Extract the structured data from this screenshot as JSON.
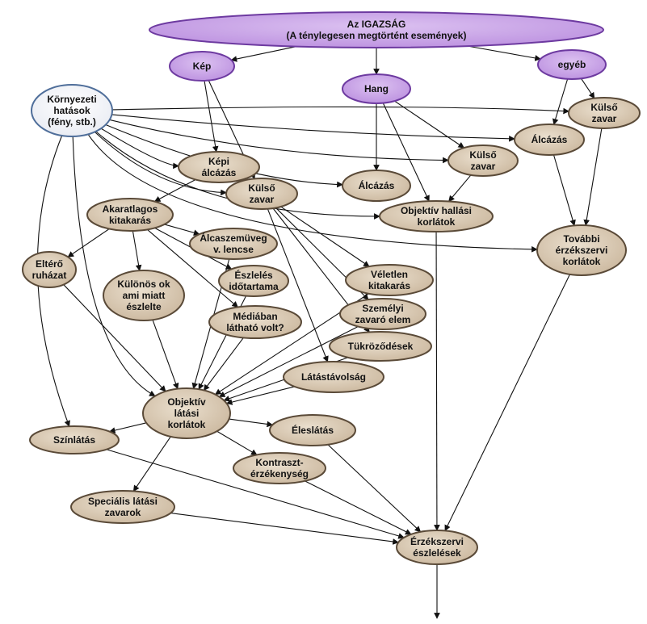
{
  "colors": {
    "purple_fill": "#c8a4e6",
    "purple_stroke": "#6d3aa0",
    "tan_fill": "#d4c3ac",
    "tan_stroke": "#5a4a38",
    "white_fill": "#f6f7fb",
    "white_stroke": "#4f6e9a",
    "arrow": "#111111"
  },
  "nodes": {
    "igazsag": {
      "style": "purple",
      "lines": [
        "Az IGAZSÁG",
        "(A ténylegesen megtörtént események)"
      ]
    },
    "kep": {
      "style": "purple",
      "lines": [
        "Kép"
      ]
    },
    "hang": {
      "style": "purple",
      "lines": [
        "Hang"
      ]
    },
    "egyeb": {
      "style": "purple",
      "lines": [
        "egyéb"
      ]
    },
    "kornyezeti": {
      "style": "white",
      "lines": [
        "Környezeti",
        "hatások",
        "(fény, stb.)"
      ]
    },
    "kulso_zavar_r": {
      "style": "tan",
      "lines": [
        "Külső",
        "zavar"
      ]
    },
    "alcazas_r": {
      "style": "tan",
      "lines": [
        "Álcázás"
      ]
    },
    "kulso_zavar_m": {
      "style": "tan",
      "lines": [
        "Külső",
        "zavar"
      ]
    },
    "kepi_alcazas": {
      "style": "tan",
      "lines": [
        "Képi",
        "álcázás"
      ]
    },
    "kulso_zavar_l": {
      "style": "tan",
      "lines": [
        "Külső",
        "zavar"
      ]
    },
    "alcazas_m": {
      "style": "tan",
      "lines": [
        "Álcázás"
      ]
    },
    "obj_hallasi": {
      "style": "tan",
      "lines": [
        "Objektív hallási",
        "korlátok"
      ]
    },
    "akaratlagos": {
      "style": "tan",
      "lines": [
        "Akaratlagos",
        "kitakarás"
      ]
    },
    "alcaszemuveg": {
      "style": "tan",
      "lines": [
        "Álcaszemüveg",
        "v. lencse"
      ]
    },
    "tovabbi": {
      "style": "tan",
      "lines": [
        "További",
        "érzékszervi",
        "korlátok"
      ]
    },
    "eltero": {
      "style": "tan",
      "lines": [
        "Eltérő",
        "ruházat"
      ]
    },
    "kulonos": {
      "style": "tan",
      "lines": [
        "Különös ok",
        "ami miatt",
        "észlelte"
      ]
    },
    "eszleles_ido": {
      "style": "tan",
      "lines": [
        "Észlelés",
        "időtartama"
      ]
    },
    "veletlen": {
      "style": "tan",
      "lines": [
        "Véletlen",
        "kitakarás"
      ]
    },
    "szemelyi": {
      "style": "tan",
      "lines": [
        "Személyi",
        "zavaró elem"
      ]
    },
    "mediaban": {
      "style": "tan",
      "lines": [
        "Médiában",
        "látható volt?"
      ]
    },
    "tukrozodesek": {
      "style": "tan",
      "lines": [
        "Tükröződések"
      ]
    },
    "latastavolsag": {
      "style": "tan",
      "lines": [
        "Látástávolság"
      ]
    },
    "obj_latasi": {
      "style": "tan",
      "lines": [
        "Objektív",
        "látási",
        "korlátok"
      ]
    },
    "eleslatas": {
      "style": "tan",
      "lines": [
        "Éleslátás"
      ]
    },
    "szinlatas": {
      "style": "tan",
      "lines": [
        "Színlátás"
      ]
    },
    "kontraszt": {
      "style": "tan",
      "lines": [
        "Kontraszt-",
        "érzékenység"
      ]
    },
    "specialis": {
      "style": "tan",
      "lines": [
        "Speciális látási",
        "zavarok"
      ]
    },
    "erzekszervi": {
      "style": "tan",
      "lines": [
        "Érzékszervi",
        "észlelések"
      ]
    }
  },
  "edges": [
    [
      "igazsag",
      "kep"
    ],
    [
      "igazsag",
      "hang"
    ],
    [
      "igazsag",
      "egyeb"
    ],
    [
      "kep",
      "kepi_alcazas"
    ],
    [
      "kep",
      "kulso_zavar_l"
    ],
    [
      "hang",
      "alcazas_m"
    ],
    [
      "hang",
      "kulso_zavar_m"
    ],
    [
      "hang",
      "obj_hallasi"
    ],
    [
      "egyeb",
      "alcazas_r"
    ],
    [
      "egyeb",
      "kulso_zavar_r"
    ],
    [
      "kornyezeti",
      "kulso_zavar_r"
    ],
    [
      "kornyezeti",
      "alcazas_r"
    ],
    [
      "kornyezeti",
      "kulso_zavar_m"
    ],
    [
      "kornyezeti",
      "alcazas_m"
    ],
    [
      "kornyezeti",
      "kepi_alcazas"
    ],
    [
      "kornyezeti",
      "kulso_zavar_l"
    ],
    [
      "kornyezeti",
      "obj_hallasi"
    ],
    [
      "kornyezeti",
      "tovabbi"
    ],
    [
      "kornyezeti",
      "obj_latasi"
    ],
    [
      "kornyezeti",
      "szinlatas"
    ],
    [
      "kulso_zavar_m",
      "obj_hallasi"
    ],
    [
      "alcazas_r",
      "tovabbi"
    ],
    [
      "kulso_zavar_r",
      "tovabbi"
    ],
    [
      "obj_hallasi",
      "erzekszervi"
    ],
    [
      "tovabbi",
      "erzekszervi"
    ],
    [
      "kepi_alcazas",
      "akaratlagos"
    ],
    [
      "akaratlagos",
      "eltero"
    ],
    [
      "akaratlagos",
      "alcaszemuveg"
    ],
    [
      "akaratlagos",
      "kulonos"
    ],
    [
      "akaratlagos",
      "eszleles_ido"
    ],
    [
      "akaratlagos",
      "mediaban"
    ],
    [
      "kulso_zavar_l",
      "tukrozodesek"
    ],
    [
      "kulso_zavar_l",
      "szemelyi"
    ],
    [
      "kulso_zavar_l",
      "veletlen"
    ],
    [
      "kulso_zavar_l",
      "latastavolsag"
    ],
    [
      "eltero",
      "obj_latasi"
    ],
    [
      "kulonos",
      "obj_latasi"
    ],
    [
      "alcaszemuveg",
      "obj_latasi"
    ],
    [
      "eszleles_ido",
      "obj_latasi"
    ],
    [
      "mediaban",
      "obj_latasi"
    ],
    [
      "veletlen",
      "obj_latasi"
    ],
    [
      "szemelyi",
      "obj_latasi"
    ],
    [
      "tukrozodesek",
      "obj_latasi"
    ],
    [
      "latastavolsag",
      "obj_latasi"
    ],
    [
      "obj_latasi",
      "eleslatas"
    ],
    [
      "obj_latasi",
      "szinlatas"
    ],
    [
      "obj_latasi",
      "kontraszt"
    ],
    [
      "obj_latasi",
      "specialis"
    ],
    [
      "eleslatas",
      "erzekszervi"
    ],
    [
      "szinlatas",
      "erzekszervi"
    ],
    [
      "kontraszt",
      "erzekszervi"
    ],
    [
      "specialis",
      "erzekszervi"
    ]
  ]
}
